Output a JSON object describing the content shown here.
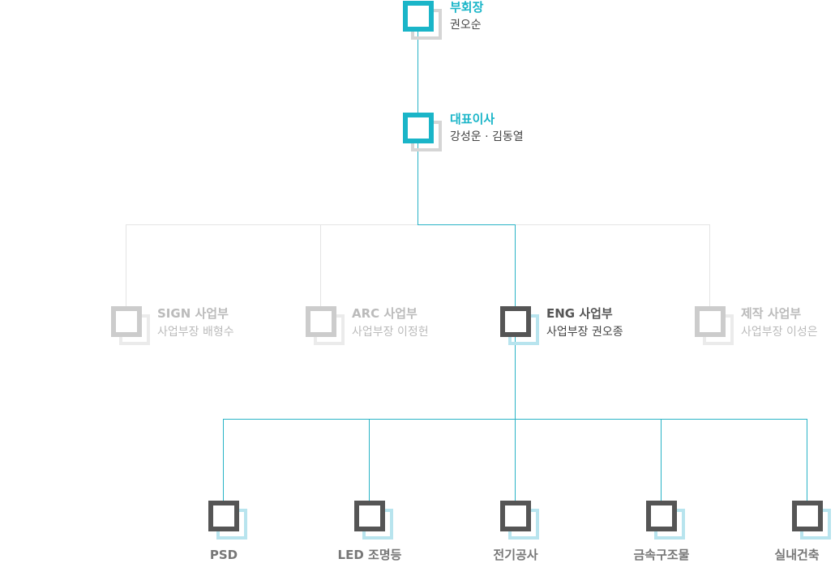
{
  "colors": {
    "teal": "#1ab5c8",
    "teal_shadow": "#d5d5d5",
    "dark": "#555555",
    "dark_shadow": "#b8e4ee",
    "inactive": "#cccccc",
    "inactive_shadow": "#ebebeb",
    "line_teal": "#29b3c6",
    "line_gray": "#e4e4e4",
    "text_dark": "#444444",
    "text_gray": "#bbbbbb",
    "text_bottom": "#777777"
  },
  "top": {
    "vice_chairman": {
      "title": "부회장",
      "name": "권오순"
    },
    "ceo": {
      "title": "대표이사",
      "name": "강성운 · 김동열"
    }
  },
  "divisions": [
    {
      "title": "SIGN 사업부",
      "name": "사업부장 배형수",
      "active": false
    },
    {
      "title": "ARC 사업부",
      "name": "사업부장 이정헌",
      "active": false
    },
    {
      "title": "ENG 사업부",
      "name": "사업부장 권오종",
      "active": true
    },
    {
      "title": "제작 사업부",
      "name": "사업부장 이성은",
      "active": false
    }
  ],
  "teams": [
    "PSD",
    "LED 조명등",
    "전기공사",
    "금속구조물",
    "실내건축"
  ]
}
